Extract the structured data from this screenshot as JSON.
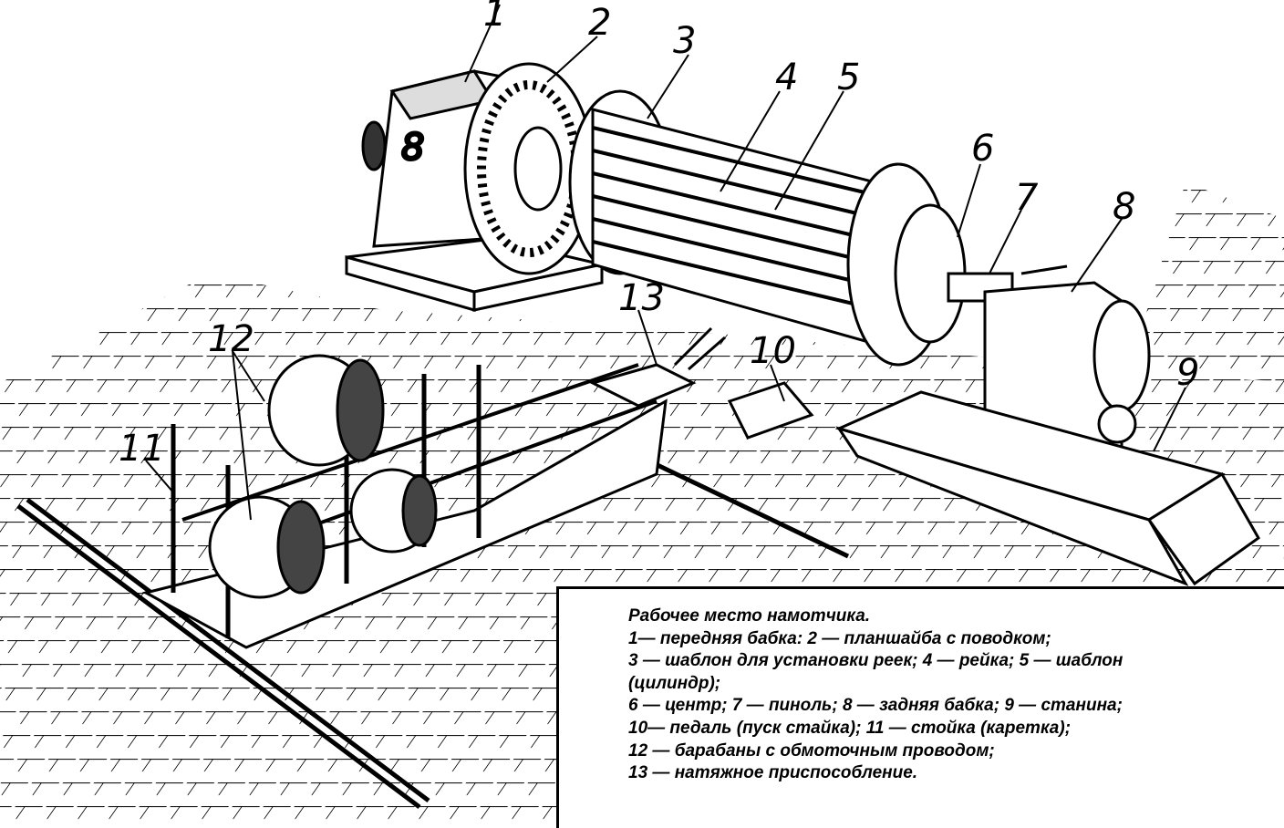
{
  "labels": {
    "l1": "1",
    "l2": "2",
    "l3": "3",
    "l4": "4",
    "l5": "5",
    "l6": "6",
    "l7": "7",
    "l8": "8",
    "l9": "9",
    "l10": "10",
    "l11": "11",
    "l12": "12",
    "l13": "13",
    "headstock_mark": "8"
  },
  "caption": {
    "lines": [
      "Рабочее место намотчика.",
      "1— передняя бабка: 2 — планшайба с поводком;",
      "3 — шаблон для установки реек; 4 — рейка; 5 — шаблон",
      "(цилиндр);",
      "6 — центр; 7 — пиноль; 8 — задняя бабка; 9 — станина;",
      "10— педаль (пуск стайка); 11 — стойка (каретка);",
      "12 — барабаны с обмоточным проводом;",
      "13 — натяжное приспособление."
    ]
  }
}
